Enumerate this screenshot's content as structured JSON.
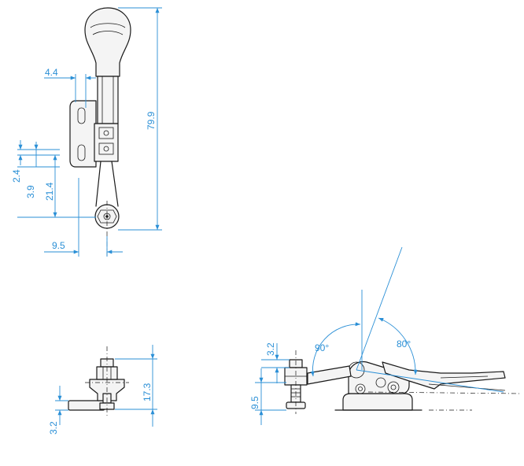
{
  "top_view": {
    "dims": {
      "width_4_4": "4.4",
      "height_79_9": "79.9",
      "offset_2_4": "2.4",
      "offset_3_9": "3.9",
      "offset_21_4": "21.4",
      "width_9_5": "9.5"
    }
  },
  "front_view": {
    "dims": {
      "height_17_3": "17.3",
      "thickness_3_2": "3.2"
    }
  },
  "side_view": {
    "dims": {
      "thickness_3_2": "3.2",
      "height_9_5": "9.5",
      "angle_90": "90°",
      "angle_80": "80°"
    }
  },
  "colors": {
    "dimension": "#2a8fd6",
    "outline": "#1a1a1a"
  }
}
